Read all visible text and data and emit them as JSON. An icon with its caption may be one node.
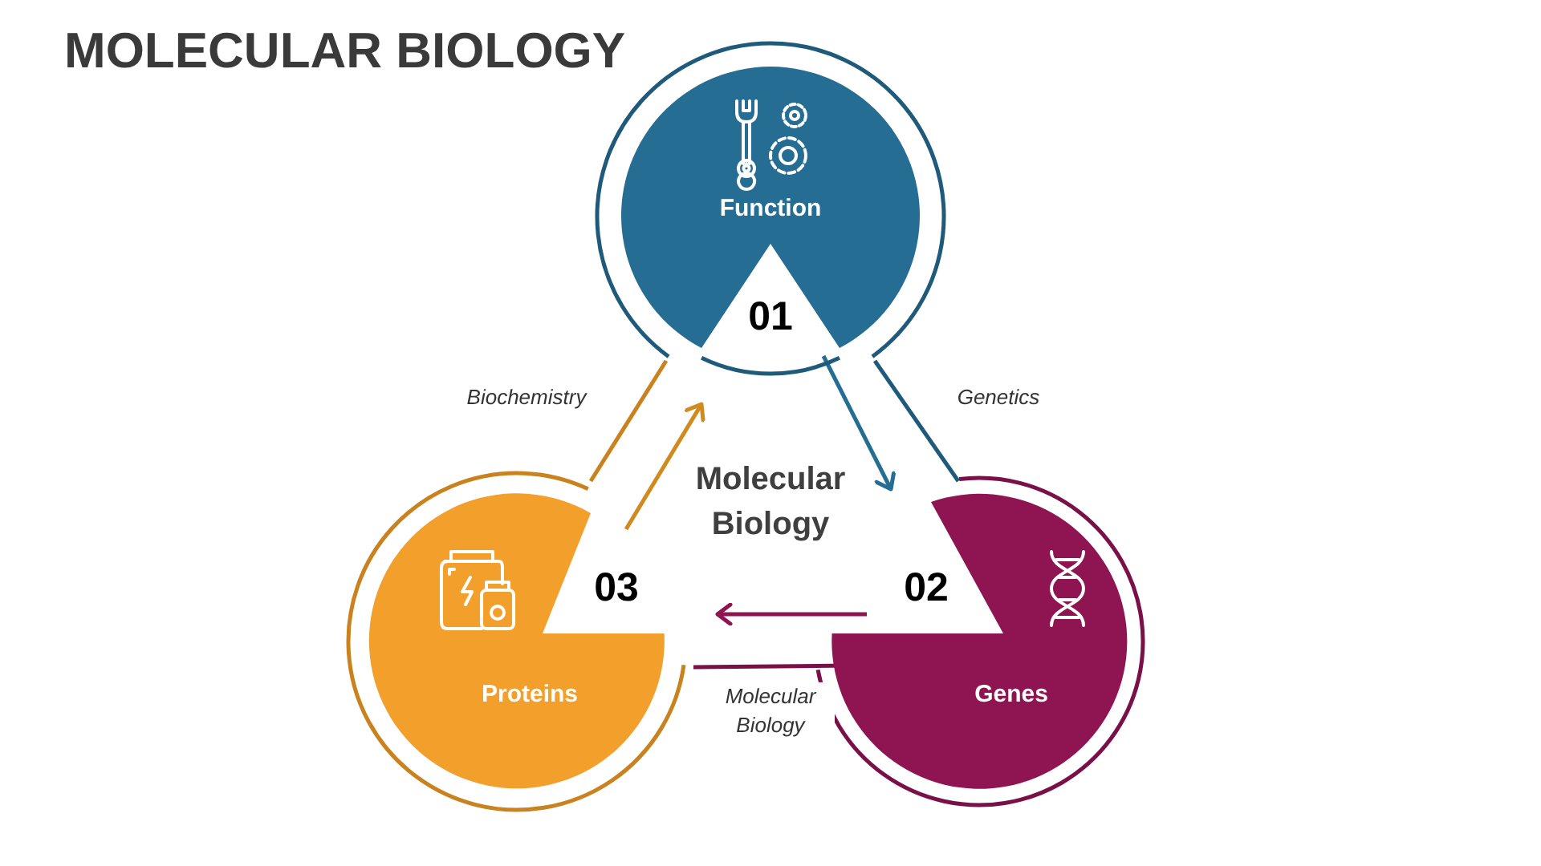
{
  "diagram": {
    "title": "MOLECULAR BIOLOGY",
    "nodes": [
      {
        "text": [
          "Function",
          "01"
        ]
      },
      {
        "text": [
          "Genes",
          "02"
        ]
      },
      {
        "text": [
          "Proteins",
          "03"
        ]
      }
    ],
    "edges": [
      {
        "from": 0,
        "to": 1,
        "arrow": "to",
        "color": "#266d93"
      },
      {
        "from": 1,
        "to": 2,
        "arrow": "to",
        "color": "#8e1452"
      },
      {
        "from": 2,
        "to": 0,
        "arrow": "to",
        "color": "#d08a1e"
      },
      {
        "from": 0,
        "to": 1,
        "arrow": "none",
        "label": "Genetics",
        "color": "#1f5a7a"
      },
      {
        "from": 1,
        "to": 2,
        "arrow": "none",
        "label": "Molecular Biology",
        "color": "#7a1048"
      },
      {
        "from": 2,
        "to": 0,
        "arrow": "none",
        "label": "Biochemistry",
        "color": "#c9821d"
      }
    ],
    "labels": [
      "Molecular Biology"
    ]
  }
}
